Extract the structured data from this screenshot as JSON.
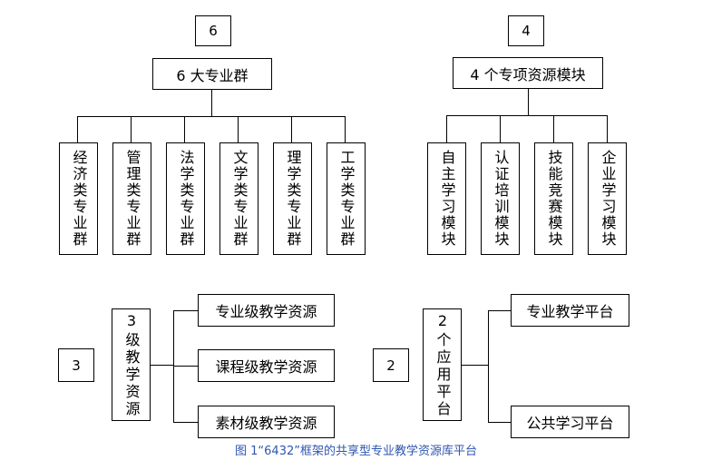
{
  "left_top": {
    "number": "6",
    "title": "6 大专业群",
    "children": [
      "经济类专业群",
      "管理类专业群",
      "法学类专业群",
      "文学类专业群",
      "理学类专业群",
      "工学类专业群"
    ]
  },
  "right_top": {
    "number": "4",
    "title": "4 个专项资源模块",
    "children": [
      "自主学习模块",
      "认证培训模块",
      "技能竞赛模块",
      "企业学习模块"
    ]
  },
  "left_bottom": {
    "number": "3",
    "title": "3级教学资源",
    "children": [
      "专业级教学资源",
      "课程级教学资源",
      "素材级教学资源"
    ]
  },
  "right_bottom": {
    "number": "2",
    "title": "2个应用平台",
    "children": [
      "专业教学平台",
      "公共学习平台"
    ]
  },
  "caption": "图 1“6432”框架的共享型专业教学资源库平台"
}
